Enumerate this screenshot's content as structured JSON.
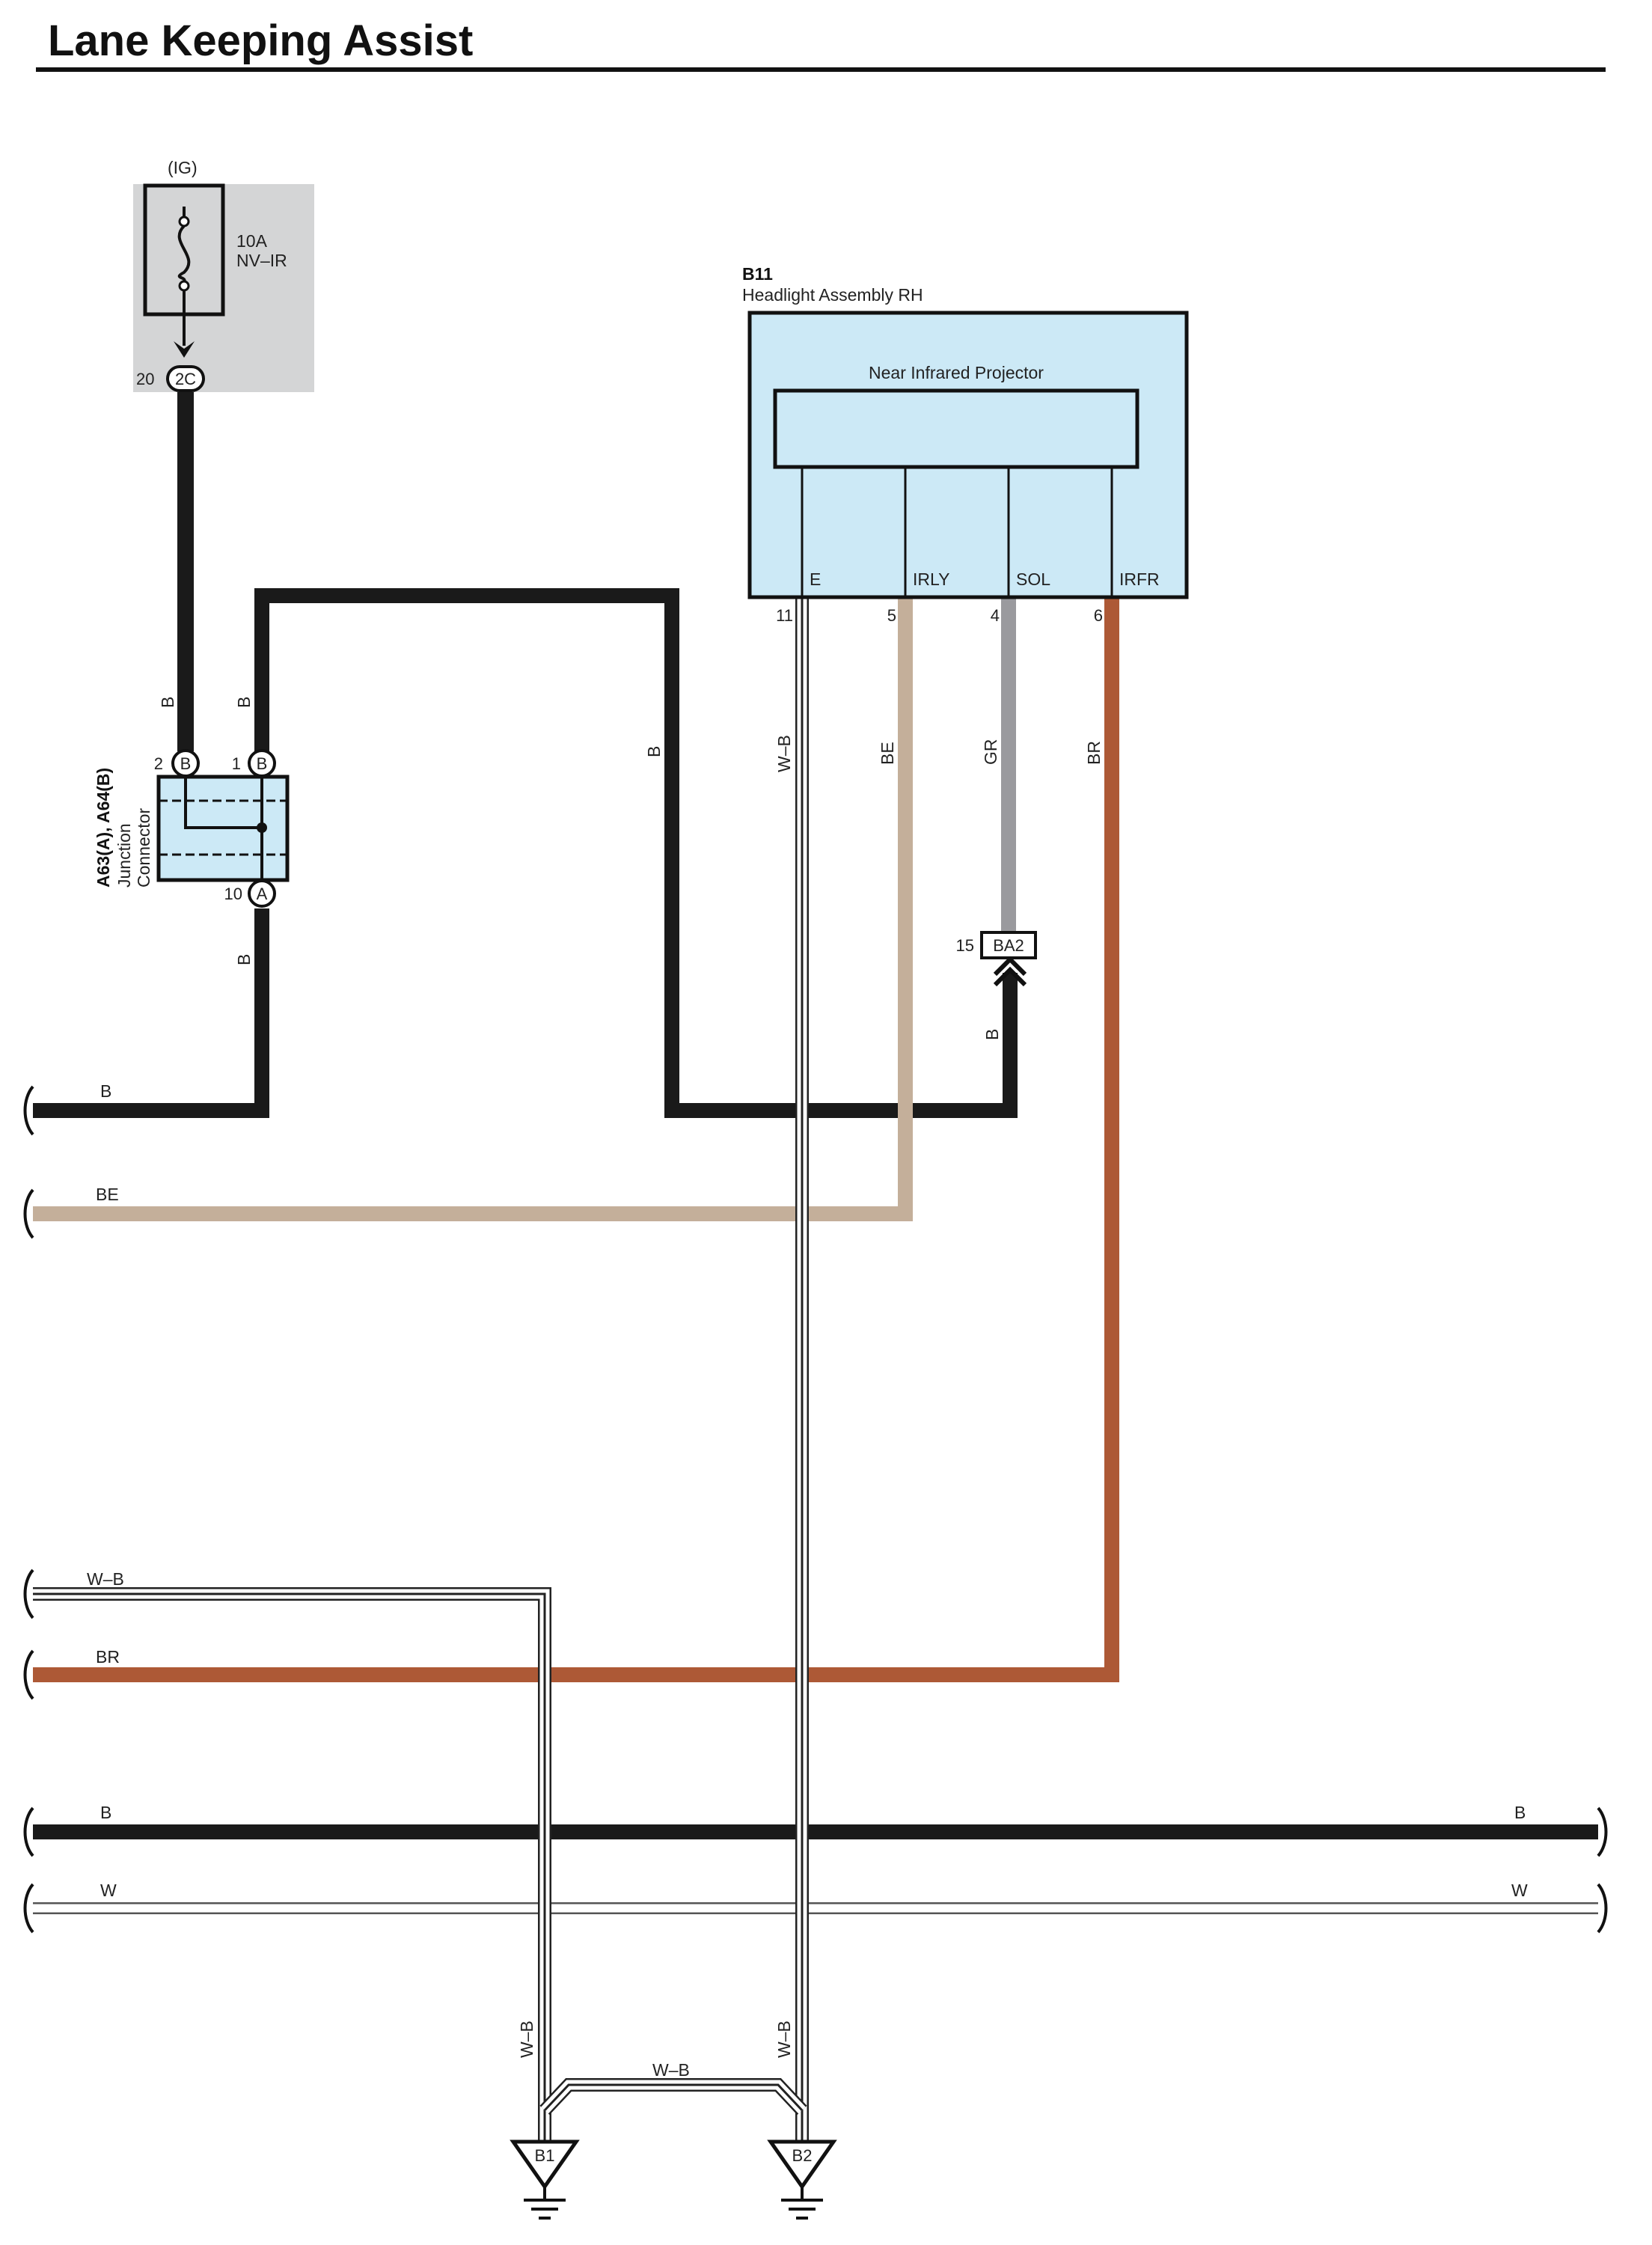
{
  "title": "Lane Keeping Assist",
  "colors": {
    "B": "#1a1a1a",
    "BE": "#c4af9a",
    "GR": "#9a9a9e",
    "BR": "#ad5936",
    "W": "#ffffff",
    "component_fill": "#cce9f6",
    "fuse_bg": "#d4d5d6"
  },
  "fuse": {
    "supply": "(IG)",
    "rating": "10A",
    "name": "NV–IR",
    "pin": "20",
    "connector": "2C",
    "icon": "fuse-icon"
  },
  "headlight": {
    "code": "B11",
    "name": "Headlight Assembly RH",
    "projector": "Near Infrared Projector",
    "terminals": [
      {
        "name": "E",
        "pin": "11",
        "wire": "W–B"
      },
      {
        "name": "IRLY",
        "pin": "5",
        "wire": "BE"
      },
      {
        "name": "SOL",
        "pin": "4",
        "wire": "GR"
      },
      {
        "name": "IRFR",
        "pin": "6",
        "wire": "BR"
      }
    ]
  },
  "junction": {
    "code": "A63(A), A64(B)",
    "name_line1": "Junction",
    "name_line2": "Connector",
    "pins": [
      {
        "pin": "2",
        "label": "B"
      },
      {
        "pin": "1",
        "label": "B"
      },
      {
        "pin": "10",
        "label": "A"
      }
    ]
  },
  "connector_ba2": {
    "pin": "15",
    "name": "BA2",
    "wire_below": "B"
  },
  "wire_labels": {
    "fuse_drop": "B",
    "jc_pin1": "B",
    "loop": "B",
    "jc_out": "B",
    "left_b": "B",
    "left_be": "BE",
    "left_wb": "W–B",
    "left_br": "BR",
    "bus_b_left": "B",
    "bus_b_right": "B",
    "bus_w_left": "W",
    "bus_w_right": "W",
    "g1_drop": "W–B",
    "g2_drop": "W–B",
    "ground_link": "W–B"
  },
  "grounds": [
    {
      "code": "B1",
      "icon": "ground-icon"
    },
    {
      "code": "B2",
      "icon": "ground-icon"
    }
  ]
}
